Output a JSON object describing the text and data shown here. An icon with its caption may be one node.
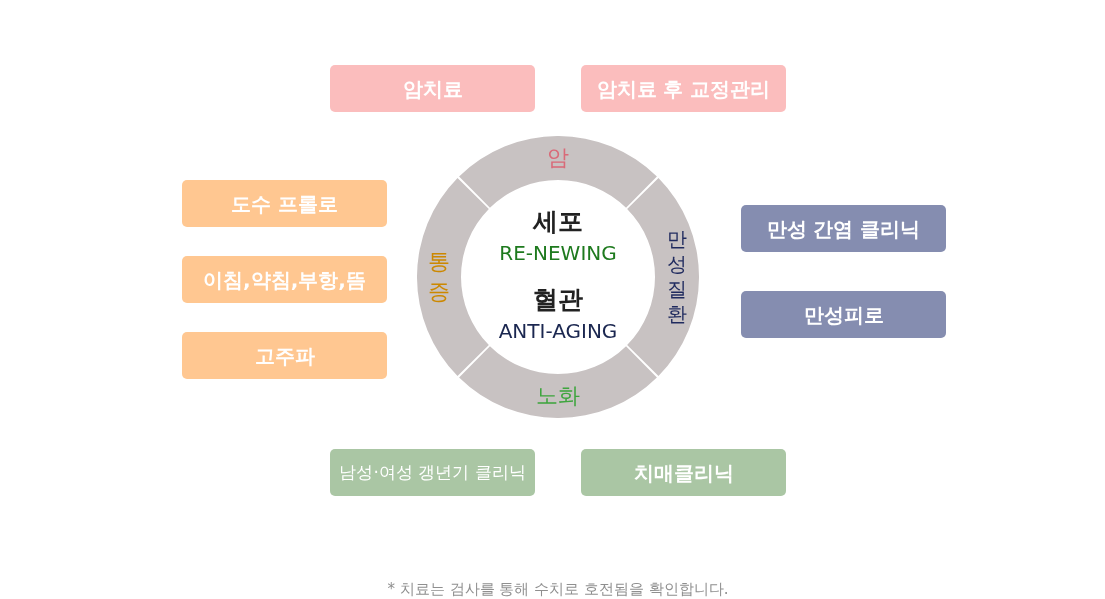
{
  "diagram": {
    "nodes": [
      {
        "text": [
          "암치료"
        ]
      },
      {
        "text": [
          "암치료 후 교정관리"
        ]
      },
      {
        "text": [
          "암"
        ]
      },
      {
        "text": [
          "도수 프롤로"
        ]
      },
      {
        "text": [
          "이침,약침,부항,뜸"
        ]
      },
      {
        "text": [
          "고주파"
        ]
      },
      {
        "text": [
          "통증"
        ]
      },
      {
        "text": [
          "세포",
          "RE-NEWING",
          "혈관",
          "ANTI-AGING"
        ]
      },
      {
        "text": [
          "만성질환"
        ]
      },
      {
        "text": [
          "만성 간염 클리닉"
        ]
      },
      {
        "text": [
          "만성피로"
        ]
      },
      {
        "text": [
          "노화"
        ]
      },
      {
        "text": [
          "남성·여성 갱년기 클리닉"
        ]
      },
      {
        "text": [
          "치매클리닉"
        ]
      }
    ],
    "labels": [
      "* 치료는 검사를 통해 수치로 호전됨을 확인합니다."
    ]
  }
}
